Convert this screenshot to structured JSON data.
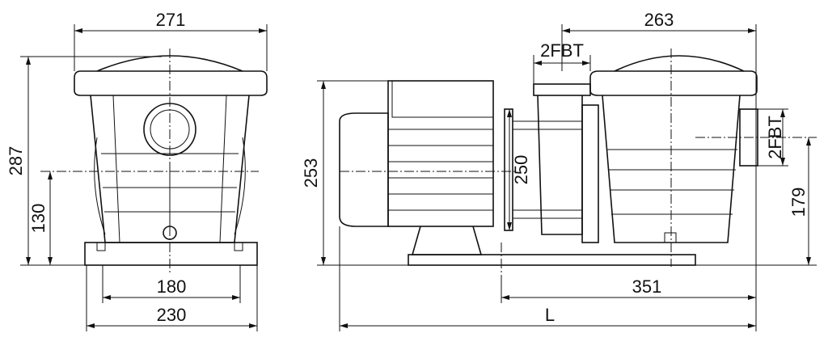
{
  "front_view": {
    "dim_top_width": "271",
    "dim_total_height": "287",
    "dim_inlet_height": "130",
    "dim_foot_spacing": "180",
    "dim_base_width": "230"
  },
  "side_view": {
    "dim_strainer_width": "263",
    "dim_inlet_size": "2FBT",
    "dim_motor_height": "253",
    "dim_flange_height": "250",
    "dim_outlet_size": "2FBT",
    "dim_outlet_height": "179",
    "dim_foot_to_end": "351",
    "dim_total_length": "L"
  }
}
